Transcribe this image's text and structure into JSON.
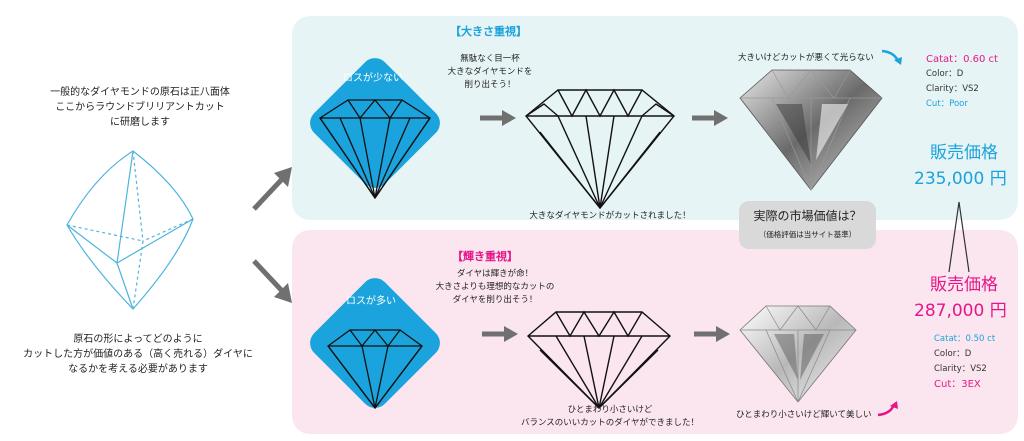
{
  "intro": {
    "line1": "一般的なダイヤモンドの原石は正八面体",
    "line2": "ここからラウンドブリリアントカット",
    "line3": "に研磨します"
  },
  "outro": {
    "line1": "原石の形によってどのように",
    "line2": "カットした方が価値のある（高く売れる）ダイヤに",
    "line3": "なるかを考える必要があります"
  },
  "top": {
    "tag": "【大きさ重視】",
    "badge": "ロスが少ない",
    "note_line1": "無駄なく目一杯",
    "note_line2": "大きなダイヤモンドを",
    "note_line3": "削り出そう！",
    "caption": "大きなダイヤモンドがカットされました！",
    "result_comment": "大きいけどカットが悪くて光らない",
    "specs": {
      "carat": "Catat：0.60 ct",
      "color": "Color：D",
      "clarity": "Clarity：VS2",
      "cut": "Cut：Poor"
    },
    "price_label": "販売価格",
    "price": "235,000 円"
  },
  "bottom": {
    "tag": "【輝き重視】",
    "badge": "ロスが多い",
    "note_line1": "ダイヤは輝きが命！",
    "note_line2": "大きさよりも理想的なカットの",
    "note_line3": "ダイヤを削り出そう！",
    "caption_line1": "ひとまわり小さいけど",
    "caption_line2": "バランスのいいカットのダイヤができました！",
    "result_comment": "ひとまわり小さいけど輝いて美しい",
    "specs": {
      "carat": "Catat：0.50 ct",
      "color": "Color：D",
      "clarity": "Clarity：VS2",
      "cut": "Cut：3EX"
    },
    "price_label": "販売価格",
    "price": "287,000 円"
  },
  "market": {
    "title": "実際の市場価値は？",
    "note": "（価格評価は当サイト基準）"
  },
  "colors": {
    "blue": "#1aa3dc",
    "pink": "#e6168a",
    "arrow_gray": "#707070",
    "panel_top": "#e7f4f6",
    "panel_bottom": "#fbe6ef"
  }
}
